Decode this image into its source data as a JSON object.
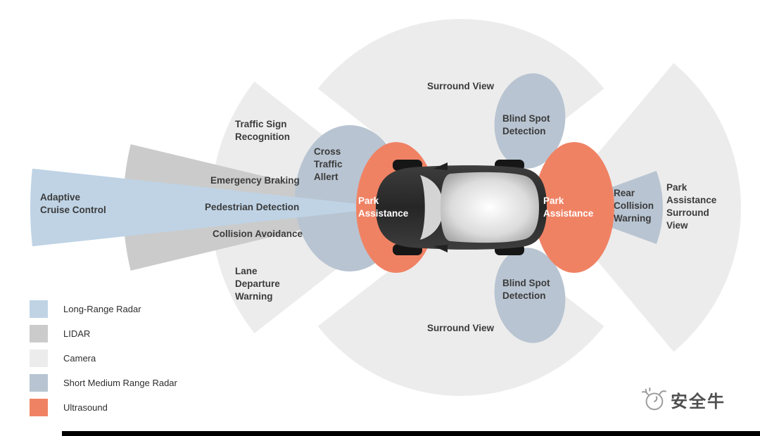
{
  "labels": {
    "adaptive_cruise_control": "Adaptive\nCruise Control",
    "traffic_sign_recognition": "Traffic Sign\nRecognition",
    "emergency_braking": "Emergency Braking",
    "pedestrian_detection": "Pedestrian Detection",
    "collision_avoidance": "Collision Avoidance",
    "lane_departure_warning": "Lane\nDeparture\nWarning",
    "cross_traffic_alert": "Cross\nTraffic\nAllert",
    "park_assistance_front": "Park\nAssistance",
    "park_assistance_rear": "Park\nAssistance",
    "surround_view_top": "Surround View",
    "surround_view_bottom": "Surround View",
    "blind_spot_detection_top": "Blind Spot\nDetection",
    "blind_spot_detection_bottom": "Blind Spot\nDetection",
    "rear_collision_warning": "Rear\nCollision\nWarning",
    "park_assistance_surround_view": "Park\nAssistance\nSurround\nView"
  },
  "legend": {
    "items": [
      {
        "label": "Long-Range Radar",
        "color": "#bfd3e5"
      },
      {
        "label": "LIDAR",
        "color": "#cbcbcb"
      },
      {
        "label": "Camera",
        "color": "#ececec"
      },
      {
        "label": "Short Medium Range Radar",
        "color": "#b8c4d1"
      },
      {
        "label": "Ultrasound",
        "color": "#f08264"
      }
    ]
  },
  "watermark": {
    "text": "安全牛"
  }
}
